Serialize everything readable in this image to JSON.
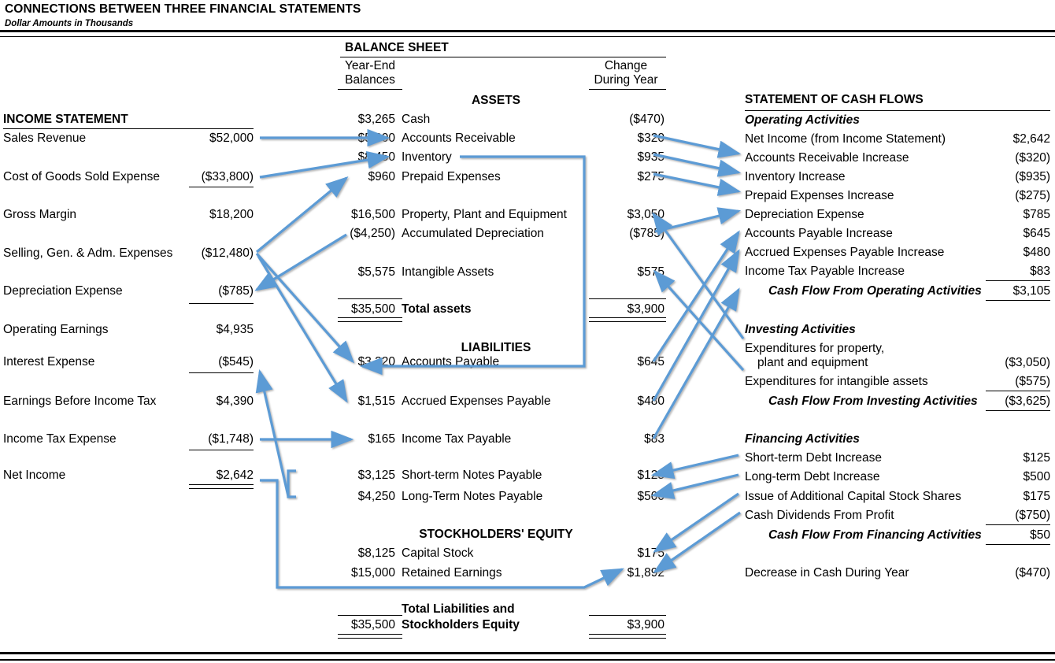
{
  "header": {
    "title": "CONNECTIONS BETWEEN THREE FINANCIAL STATEMENTS",
    "subtitle": "Dollar Amounts in Thousands"
  },
  "accent_color": "#5B9BD5",
  "income_statement": {
    "title": "INCOME STATEMENT",
    "rows": [
      {
        "label": "Sales Revenue",
        "value": "$52,000"
      },
      {
        "label": "Cost of Goods Sold Expense",
        "value": "($33,800)"
      },
      {
        "label": "Gross Margin",
        "value": "$18,200"
      },
      {
        "label": "Selling, Gen. & Adm. Expenses",
        "value": "($12,480)"
      },
      {
        "label": "Depreciation Expense",
        "value": "($785)"
      },
      {
        "label": "Operating Earnings",
        "value": "$4,935"
      },
      {
        "label": "Interest Expense",
        "value": "($545)"
      },
      {
        "label": "Earnings Before Income Tax",
        "value": "$4,390"
      },
      {
        "label": "Income Tax Expense",
        "value": "($1,748)"
      },
      {
        "label": "Net Income",
        "value": "$2,642"
      }
    ]
  },
  "balance_sheet": {
    "title": "BALANCE SHEET",
    "col_left_line1": "Year-End",
    "col_left_line2": "Balances",
    "col_right_line1": "Change",
    "col_right_line2": "During Year",
    "assets_heading": "ASSETS",
    "liabilities_heading": "LIABILITIES",
    "equity_heading": "STOCKHOLDERS' EQUITY",
    "assets": [
      {
        "balance": "$3,265",
        "label": "Cash",
        "change": "($470)"
      },
      {
        "balance": "$5,000",
        "label": "Accounts Receivable",
        "change": "$320"
      },
      {
        "balance": "$8,450",
        "label": "Inventory",
        "change": "$935"
      },
      {
        "balance": "$960",
        "label": "Prepaid Expenses",
        "change": "$275"
      },
      {
        "balance": "$16,500",
        "label": "Property, Plant and Equipment",
        "change": "$3,050"
      },
      {
        "balance": "($4,250)",
        "label": "Accumulated Depreciation",
        "change": "($785)"
      },
      {
        "balance": "$5,575",
        "label": "Intangible Assets",
        "change": "$575"
      }
    ],
    "total_assets": {
      "balance": "$35,500",
      "label": "Total assets",
      "change": "$3,900"
    },
    "liabilities": [
      {
        "balance": "$3,320",
        "label": "Accounts Payable",
        "change": "$645"
      },
      {
        "balance": "$1,515",
        "label": "Accrued Expenses Payable",
        "change": "$480"
      },
      {
        "balance": "$165",
        "label": "Income Tax Payable",
        "change": "$83"
      },
      {
        "balance": "$3,125",
        "label": "Short-term Notes Payable",
        "change": "$125"
      },
      {
        "balance": "$4,250",
        "label": "Long-Term Notes Payable",
        "change": "$500"
      }
    ],
    "equity": [
      {
        "balance": "$8,125",
        "label": "Capital Stock",
        "change": "$175"
      },
      {
        "balance": "$15,000",
        "label": "Retained Earnings",
        "change": "$1,892"
      }
    ],
    "total": {
      "balance": "$35,500",
      "label_line1": "Total Liabilities and",
      "label_line2": "Stockholders Equity",
      "change": "$3,900"
    }
  },
  "cash_flows": {
    "title": "STATEMENT OF CASH FLOWS",
    "operating_heading": "Operating Activities",
    "operating": [
      {
        "label": "Net Income (from Income Statement)",
        "value": "$2,642"
      },
      {
        "label": "Accounts Receivable Increase",
        "value": "($320)"
      },
      {
        "label": "Inventory Increase",
        "value": "($935)"
      },
      {
        "label": "Prepaid Expenses Increase",
        "value": "($275)"
      },
      {
        "label": "Depreciation Expense",
        "value": "$785"
      },
      {
        "label": "Accounts Payable Increase",
        "value": "$645"
      },
      {
        "label": "Accrued Expenses Payable Increase",
        "value": "$480"
      },
      {
        "label": "Income Tax Payable Increase",
        "value": "$83"
      }
    ],
    "operating_total": {
      "label": "Cash Flow From Operating Activities",
      "value": "$3,105"
    },
    "investing_heading": "Investing Activities",
    "investing": [
      {
        "label_line1": "Expenditures for property,",
        "label_line2": "plant and equipment",
        "value": "($3,050)"
      },
      {
        "label_line1": "Expenditures for intangible assets",
        "label_line2": "",
        "value": "($575)"
      }
    ],
    "investing_total": {
      "label": "Cash Flow From Investing Activities",
      "value": "($3,625)"
    },
    "financing_heading": "Financing Activities",
    "financing": [
      {
        "label": "Short-term Debt Increase",
        "value": "$125"
      },
      {
        "label": "Long-term Debt Increase",
        "value": "$500"
      },
      {
        "label": "Issue of Additional Capital Stock Shares",
        "value": "$175"
      },
      {
        "label": "Cash Dividends From Profit",
        "value": "($750)"
      }
    ],
    "financing_total": {
      "label": "Cash Flow From Financing Activities",
      "value": "$50"
    },
    "net_change": {
      "label": "Decrease in Cash During Year",
      "value": "($470)"
    }
  },
  "chart_data": {
    "type": "diagram",
    "title": "CONNECTIONS BETWEEN THREE FINANCIAL STATEMENTS",
    "connections": [
      {
        "from": "Sales Revenue",
        "to": "Accounts Receivable"
      },
      {
        "from": "Cost of Goods Sold Expense",
        "to": "Inventory"
      },
      {
        "from": "Selling, Gen. & Adm. Expenses",
        "to": "Prepaid Expenses"
      },
      {
        "from": "Selling, Gen. & Adm. Expenses",
        "to": "Accounts Payable"
      },
      {
        "from": "Selling, Gen. & Adm. Expenses",
        "to": "Accrued Expenses Payable"
      },
      {
        "from": "Accumulated Depreciation",
        "to": "Depreciation Expense"
      },
      {
        "from": "Income Tax Expense",
        "to": "Income Tax Payable"
      },
      {
        "from": "Inventory",
        "to": "Accounts Payable"
      },
      {
        "from": "Short-term and Long-Term Notes Payable",
        "to": "Interest Expense"
      },
      {
        "from": "Net Income",
        "to": "Retained Earnings Change"
      },
      {
        "from": "Accounts Receivable Change",
        "to": "Accounts Receivable Increase"
      },
      {
        "from": "Inventory Change",
        "to": "Inventory Increase"
      },
      {
        "from": "Prepaid Expenses Change",
        "to": "Prepaid Expenses Increase"
      },
      {
        "from": "Accumulated Depreciation Change",
        "to": "Depreciation Expense (cash flow)"
      },
      {
        "from": "Accounts Payable Change",
        "to": "Accounts Payable Increase"
      },
      {
        "from": "Accrued Expenses Payable Change",
        "to": "Accrued Expenses Payable Increase"
      },
      {
        "from": "Income Tax Payable Change",
        "to": "Income Tax Payable Increase"
      },
      {
        "from": "Expenditures for property, plant and equipment",
        "to": "Property, Plant and Equipment Change"
      },
      {
        "from": "Expenditures for intangible assets",
        "to": "Intangible Assets Change"
      },
      {
        "from": "Short-term Debt Increase",
        "to": "Short-term Notes Payable Change"
      },
      {
        "from": "Long-term Debt Increase",
        "to": "Long-Term Notes Payable Change"
      },
      {
        "from": "Issue of Additional Capital Stock Shares",
        "to": "Capital Stock Change"
      },
      {
        "from": "Cash Dividends From Profit",
        "to": "Retained Earnings Change"
      }
    ]
  }
}
